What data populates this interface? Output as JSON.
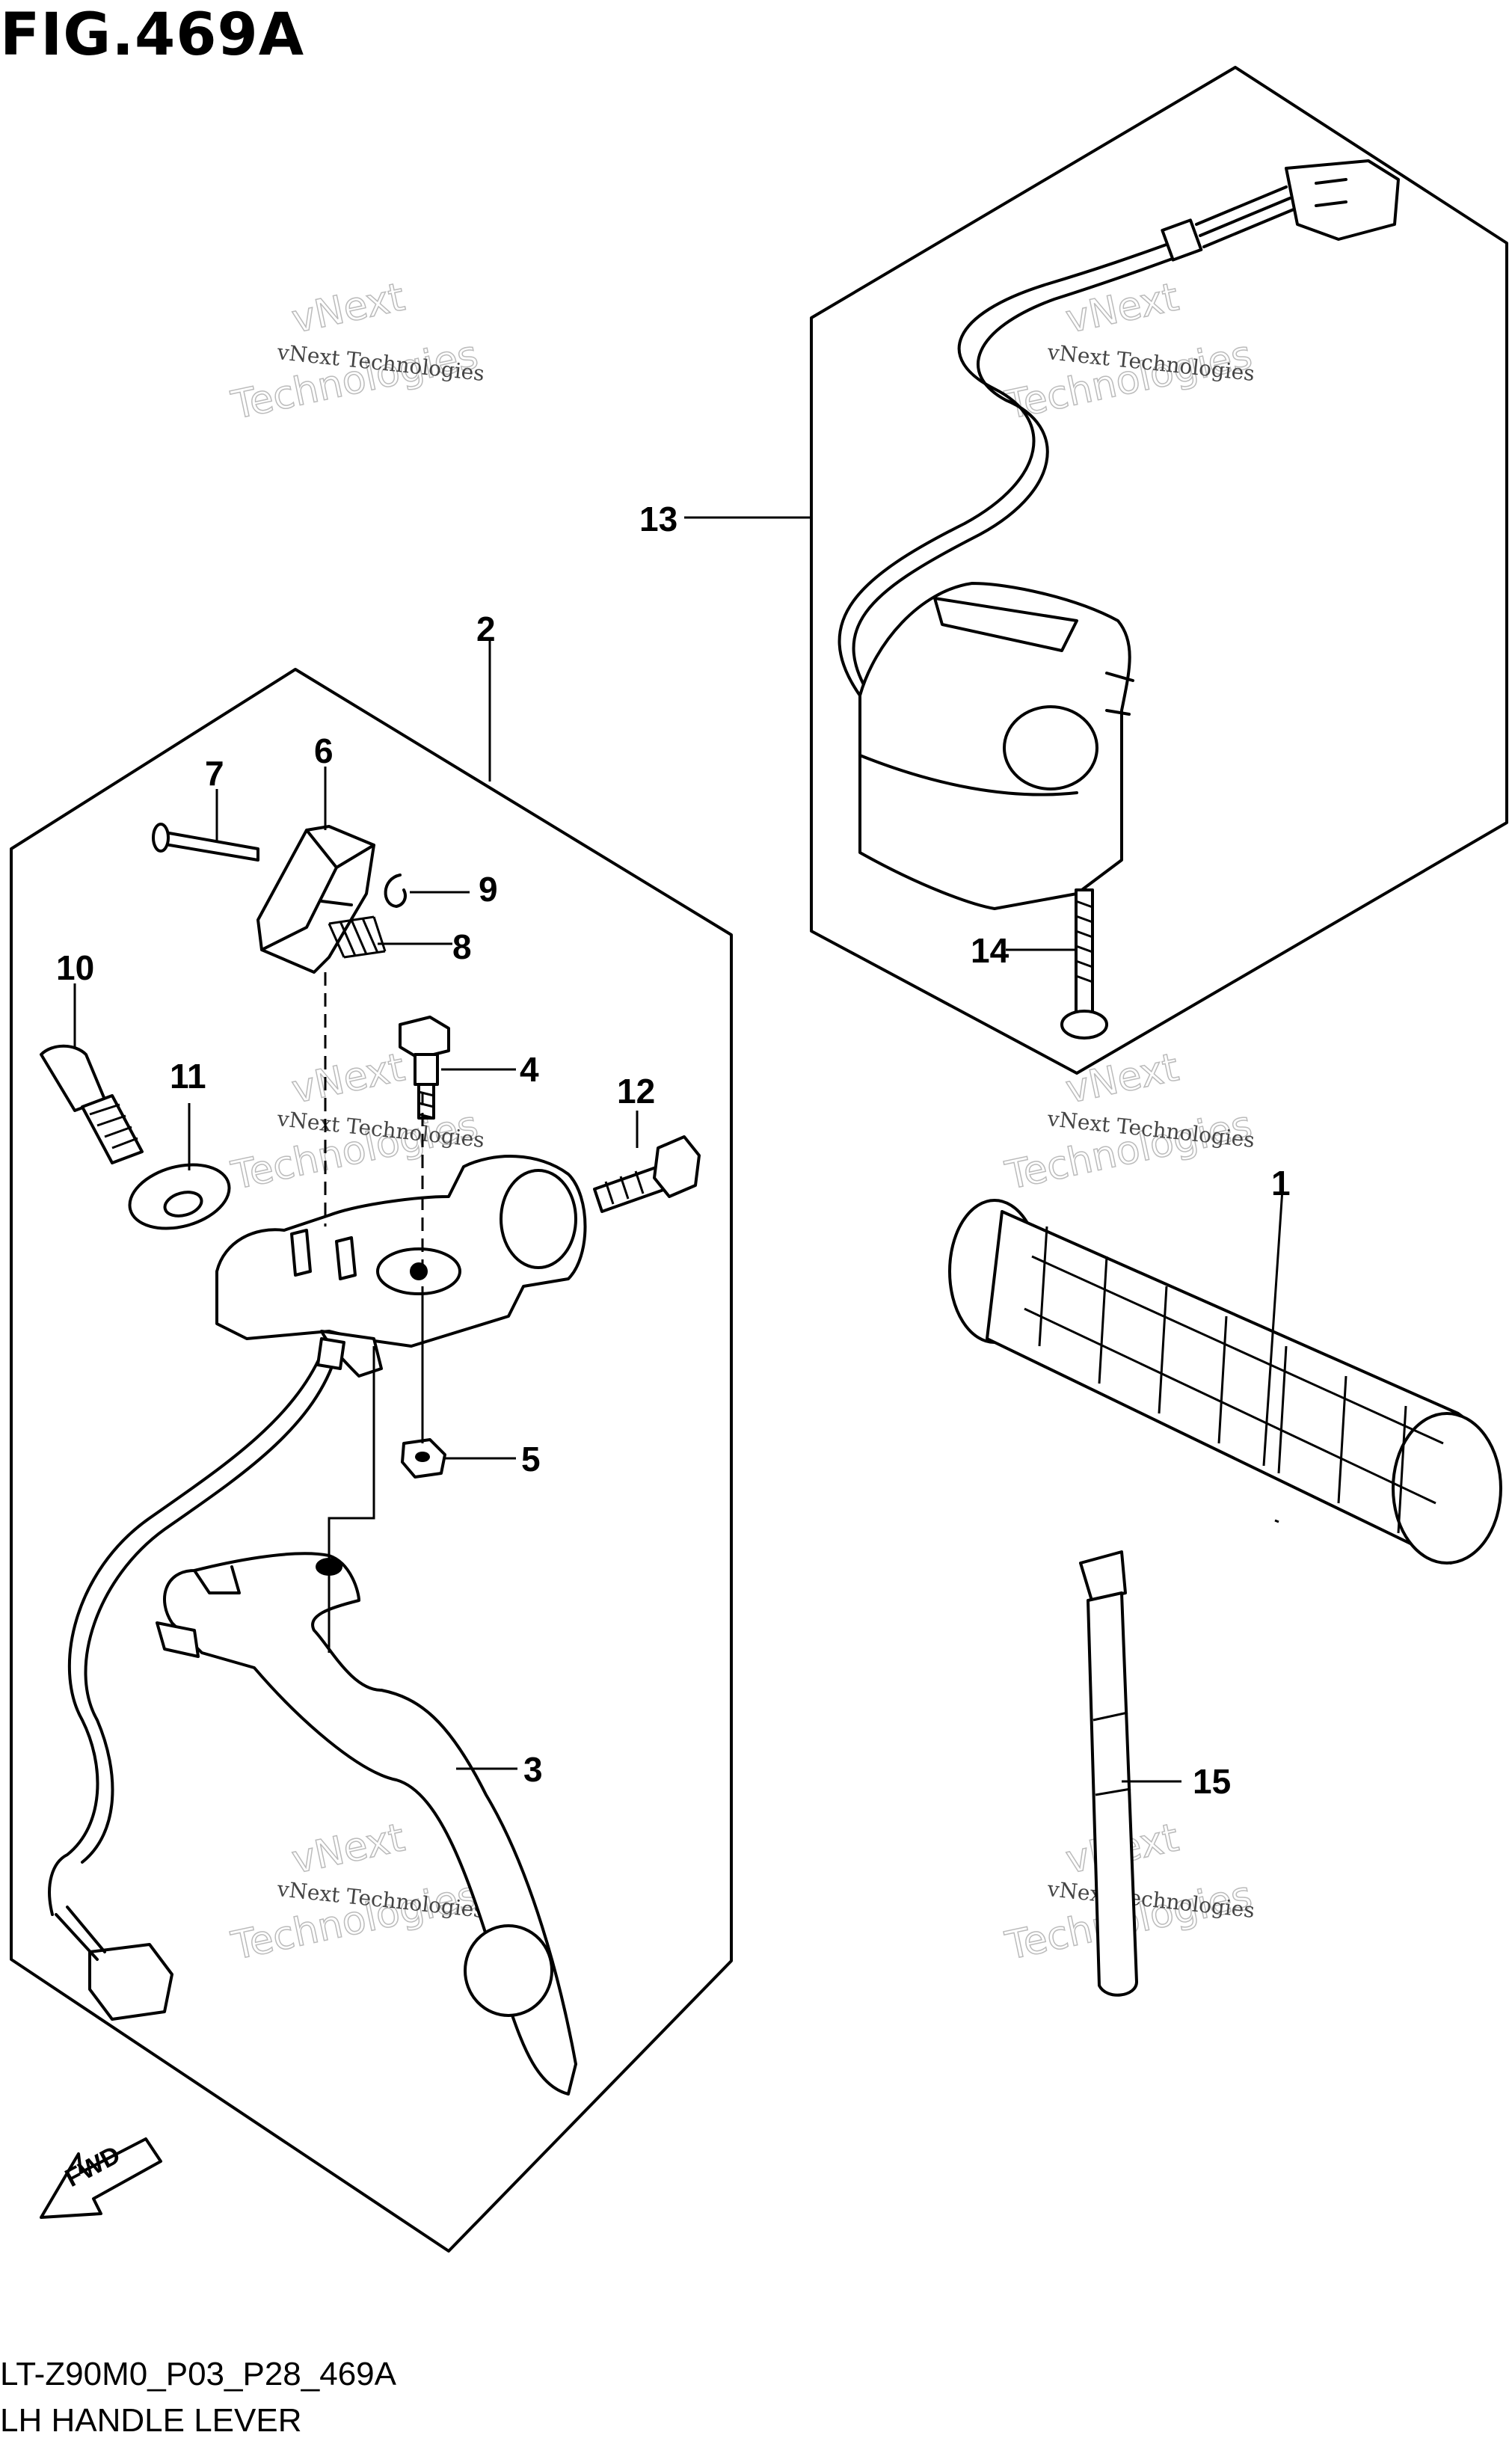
{
  "figure_title": "FIG.469A",
  "diagram_code": "LT-Z90M0_P03_P28_469A",
  "diagram_caption": "LH HANDLE LEVER",
  "fwd_label": "FWD",
  "watermark": {
    "line1": "vNext Technologies",
    "line2": "vNext",
    "line3": "Technologies"
  },
  "callouts": [
    "1",
    "2",
    "3",
    "4",
    "5",
    "6",
    "7",
    "8",
    "9",
    "10",
    "11",
    "12",
    "13",
    "14",
    "15"
  ]
}
